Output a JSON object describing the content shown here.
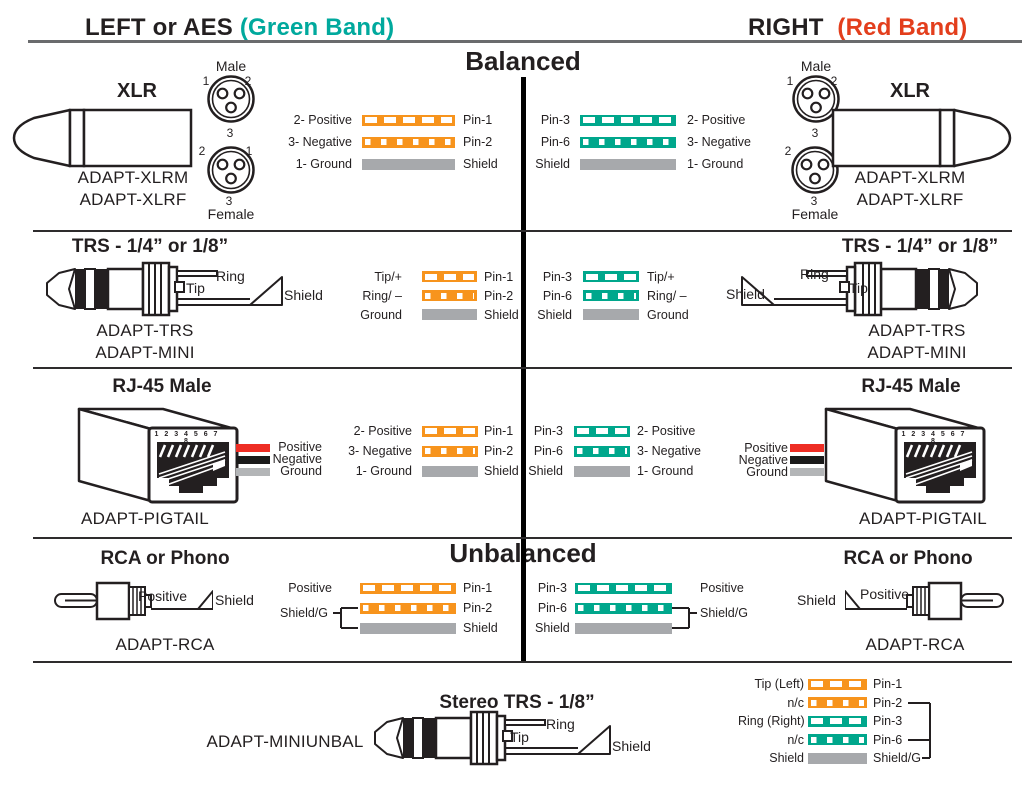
{
  "header": {
    "left_title": "LEFT or AES",
    "left_band": "(Green Band)",
    "right_title": "RIGHT",
    "right_band": "(Red Band)",
    "balanced": "Balanced",
    "unbalanced": "Unbalanced"
  },
  "colors": {
    "green_band": "#00A99D",
    "red_band": "#E33E1C",
    "wire_orange": "#F7941D",
    "wire_green": "#00A78C",
    "wire_shield_gray": "#A7A9AC",
    "rj45_wire_red": "#EE2D24",
    "rj45_wire_black": "#1A1A1A",
    "rj45_wire_gray": "#B3B5B7"
  },
  "xlr": {
    "title": "XLR",
    "adapter_male": "ADAPT-XLRM",
    "adapter_female": "ADAPT-XLRF",
    "male_label": "Male",
    "female_label": "Female",
    "male_pins": [
      "1",
      "2",
      "3"
    ],
    "female_pins": [
      "2",
      "1",
      "3"
    ]
  },
  "trs": {
    "title": "TRS - 1/4” or 1/8”",
    "adapter_trs": "ADAPT-TRS",
    "adapter_mini": "ADAPT-MINI",
    "ring": "Ring",
    "tip": "Tip",
    "shield": "Shield"
  },
  "rj45": {
    "title": "RJ-45 Male",
    "adapter": "ADAPT-PIGTAIL",
    "socket_pins": "1 2 3 4 5 6 7 8",
    "positive": "Positive",
    "negative": "Negative",
    "ground": "Ground"
  },
  "rca": {
    "title": "RCA or Phono",
    "adapter": "ADAPT-RCA",
    "positive": "Positive",
    "shield": "Shield"
  },
  "stereo": {
    "title": "Stereo TRS - 1/8”",
    "adapter": "ADAPT-MINIUNBAL",
    "ring": "Ring",
    "tip": "Tip",
    "shield": "Shield"
  },
  "maps": {
    "xlr_left": [
      {
        "l": "2- Positive",
        "r": "Pin-1"
      },
      {
        "l": "3- Negative",
        "r": "Pin-2"
      },
      {
        "l": "1- Ground",
        "r": "Shield"
      }
    ],
    "xlr_right": [
      {
        "l": "Pin-3",
        "r": "2- Positive"
      },
      {
        "l": "Pin-6",
        "r": "3- Negative"
      },
      {
        "l": "Shield",
        "r": "1- Ground"
      }
    ],
    "trs_left": [
      {
        "l": "Tip/+",
        "r": "Pin-1"
      },
      {
        "l": "Ring/ –",
        "r": "Pin-2"
      },
      {
        "l": "Ground",
        "r": "Shield"
      }
    ],
    "trs_right": [
      {
        "l": "Pin-3",
        "r": "Tip/+"
      },
      {
        "l": "Pin-6",
        "r": "Ring/ –"
      },
      {
        "l": "Shield",
        "r": "Ground"
      }
    ],
    "rj45_left": [
      {
        "l": "2- Positive",
        "r": "Pin-1"
      },
      {
        "l": "3- Negative",
        "r": "Pin-2"
      },
      {
        "l": "1- Ground",
        "r": "Shield"
      }
    ],
    "rj45_right": [
      {
        "l": "Pin-3",
        "r": "2- Positive"
      },
      {
        "l": "Pin-6",
        "r": "3- Negative"
      },
      {
        "l": "Shield",
        "r": "1- Ground"
      }
    ],
    "rca_left": {
      "top_label": "Positive",
      "bracket_label": "Shield/G",
      "pins": [
        "Pin-1",
        "Pin-2",
        "Shield"
      ]
    },
    "rca_right": {
      "top_label": "Positive",
      "bracket_label": "Shield/G",
      "pins": [
        "Pin-3",
        "Pin-6",
        "Shield"
      ]
    },
    "stereo": [
      {
        "l": "Tip (Left)",
        "r": "Pin-1"
      },
      {
        "l": "n/c",
        "r": "Pin-2"
      },
      {
        "l": "Ring (Right)",
        "r": "Pin-3"
      },
      {
        "l": "n/c",
        "r": "Pin-6"
      },
      {
        "l": "Shield",
        "r": "Shield/G"
      }
    ]
  }
}
